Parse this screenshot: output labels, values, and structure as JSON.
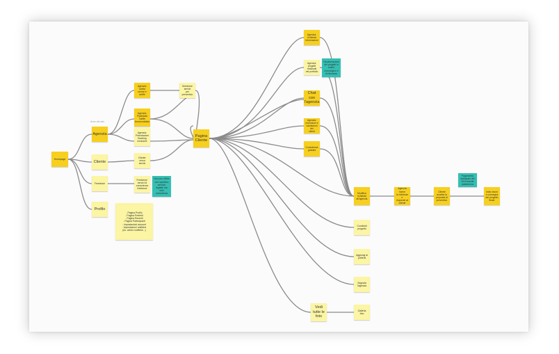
{
  "section_label": "Aree del sito",
  "notes": {
    "home": "Homepage",
    "agenzia": "Agenzia",
    "cliente": "Cliente",
    "freelance": "Freelance",
    "profilo": "Profilo",
    "profilo_list": "- Pagina Profilo\n- Pagina Preferiti\n- Pagina Recenti\n- Pagina Partecipanti\n- Impostazioni account\n- Impostazioni notifiche\n(es. centro notifiche...)",
    "ag1": "Agenzia:\nscelta servizi e\ntariffe",
    "ag2": "Agenzia:\nPubblicità\nTariffe\nAccomodation",
    "ag3": "Agenzia:\nPrenotazioni\nBooking\nexclusive",
    "cl1": "Cliente:\ncerca\nservizi",
    "fr1": "Freelance:\nservizi di\nconsulenza\nfreelance",
    "fr_note": "Non può offrire uno specifico servizio digitale ma solo consulenza",
    "step2": "Selezione servizi\nper preventivo",
    "pagina": "Pagina\nCliente",
    "r1": "Agenzia:\nrichiesta\ninformazioni",
    "r2": "Agenzia:\nprogetti\nrealizzati\nnel portfolio",
    "r2_note": "Visualizzazione dei progetti in ordine cronologico e di rilevanza",
    "r3": "Chat con\nl'agenzia",
    "r4": "Agenzia:\nrecensioni e\nvalutazioni dei\nclienti",
    "r5": "Consulenza\ngratuita",
    "modifica": "Modifica\nrichiesta\nall'agenzia",
    "f1": "Agenzia riceve\nla richiesta e\nrisponde al\ncliente",
    "f2": "Cliente\naccetta la\nproposta di\npreventivo",
    "f_note": "Pagamento anticipato del 30% tramite piattaforma",
    "f3": "Inizio lavori\ne consegna\ndel progetto\nfinale",
    "b1": "Condividi\nprogetto",
    "b2": "Aggiungi ai\npreferiti",
    "b3": "Segnala\nl'agenzia",
    "v1": "Vedi\ntutte le\nfoto",
    "v2": "Galleria\nfoto"
  },
  "colors": {
    "yellow": "#f7cf1e",
    "pale_yellow": "#fbf5a4",
    "teal": "#34bfb3",
    "connector": "#8a8a8a"
  }
}
